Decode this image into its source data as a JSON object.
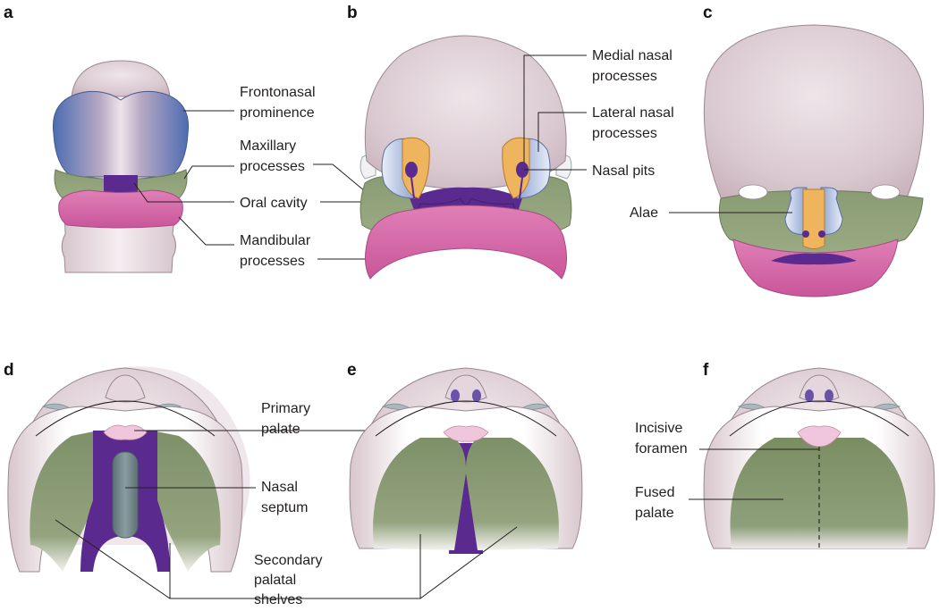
{
  "panels": {
    "a": "a",
    "b": "b",
    "c": "c",
    "d": "d",
    "e": "e",
    "f": "f"
  },
  "labels": {
    "frontonasal": [
      "Frontonasal",
      "prominence"
    ],
    "maxillary": [
      "Maxillary",
      "processes"
    ],
    "oral_cavity": [
      "Oral cavity"
    ],
    "mandibular": [
      "Mandibular",
      "processes"
    ],
    "medial_nasal": [
      "Medial nasal",
      "processes"
    ],
    "lateral_nasal": [
      "Lateral nasal",
      "processes"
    ],
    "nasal_pits": [
      "Nasal pits"
    ],
    "alae": [
      "Alae"
    ],
    "primary_palate": [
      "Primary",
      "palate"
    ],
    "nasal_septum": [
      "Nasal",
      "septum"
    ],
    "secondary_shelves": [
      "Secondary",
      "palatal",
      "shelves"
    ],
    "incisive_foramen": [
      "Incisive",
      "foramen"
    ],
    "fused_palate": [
      "Fused",
      "palate"
    ]
  },
  "colors": {
    "head": "#dccdd3",
    "frontonasal_blue": "#5f79b5",
    "maxillary_green": "#8e9f78",
    "mandibular_pink": "#d46aa6",
    "oral_purple": "#5a2a8e",
    "medial_orange": "#efb45e",
    "lateral_blue": "#9fb2db",
    "septum_gray": "#6f8488",
    "primary_palate_pink": "#f0c6dc",
    "fused_green": "#7f9268"
  }
}
